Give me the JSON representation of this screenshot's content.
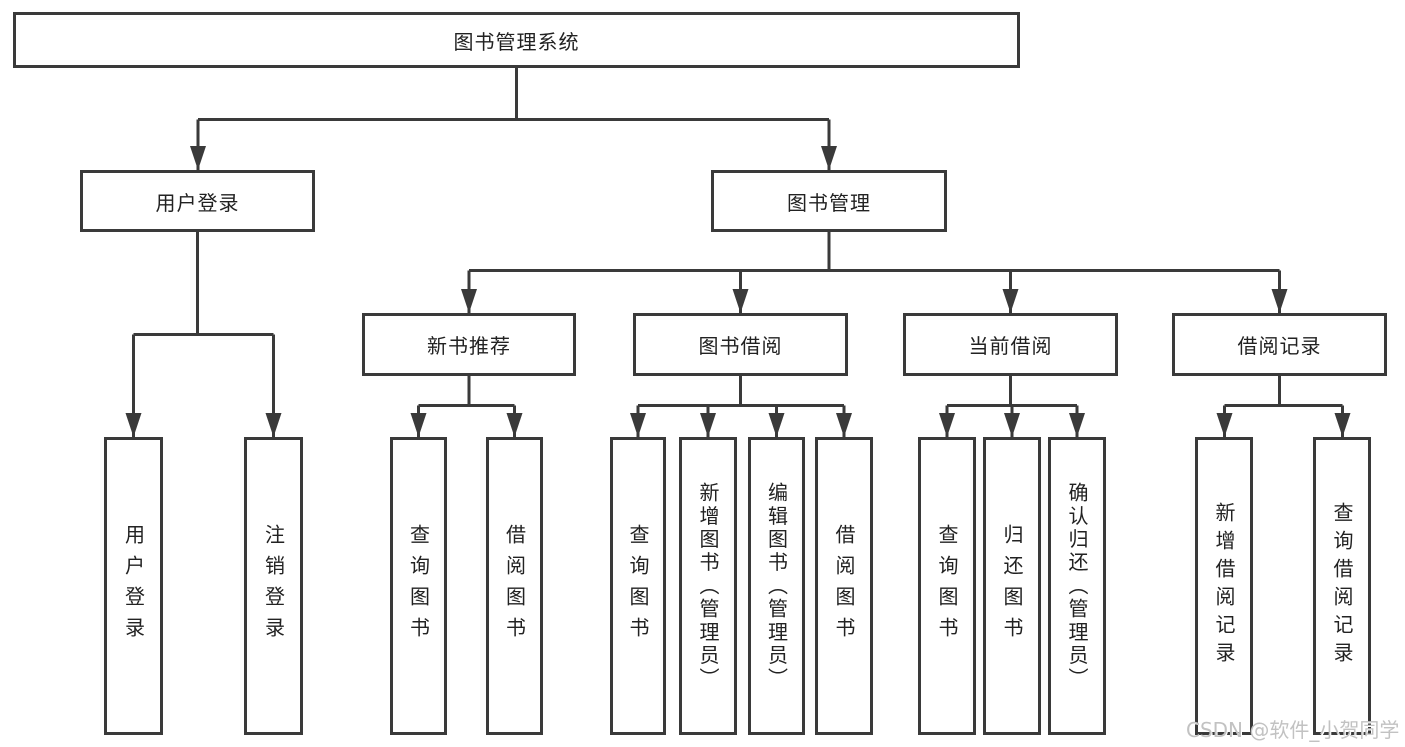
{
  "diagram_title": "图书管理系统",
  "colors": {
    "line": "#3a3a3a",
    "box_border": "#3a3a3a",
    "text": "#222222",
    "watermark": "#c2c2c2",
    "background": "#ffffff"
  },
  "tree": {
    "label": "图书管理系统",
    "children": [
      {
        "label": "用户登录",
        "children": [
          {
            "label": "用户登录"
          },
          {
            "label": "注销登录"
          }
        ]
      },
      {
        "label": "图书管理",
        "children": [
          {
            "label": "新书推荐",
            "children": [
              {
                "label": "查询图书"
              },
              {
                "label": "借阅图书"
              }
            ]
          },
          {
            "label": "图书借阅",
            "children": [
              {
                "label": "查询图书"
              },
              {
                "label": "新增图书（管理员）"
              },
              {
                "label": "编辑图书（管理员）"
              },
              {
                "label": "借阅图书"
              }
            ]
          },
          {
            "label": "当前借阅",
            "children": [
              {
                "label": "查询图书"
              },
              {
                "label": "归还图书"
              },
              {
                "label": "确认归还（管理员）"
              }
            ]
          },
          {
            "label": "借阅记录",
            "children": [
              {
                "label": "新增借阅记录"
              },
              {
                "label": "查询借阅记录"
              }
            ]
          }
        ]
      }
    ]
  },
  "watermark": {
    "text": "CSDN @软件_小贺同学"
  }
}
